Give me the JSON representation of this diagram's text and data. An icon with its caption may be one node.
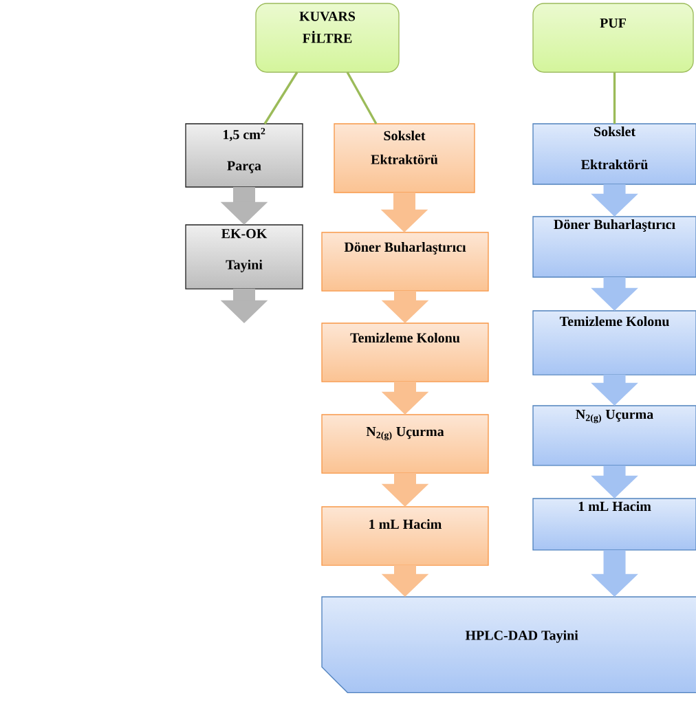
{
  "diagram": {
    "nodes": [
      {
        "text": [
          "KUVARS FİLTRE"
        ]
      },
      {
        "text": [
          "PUF"
        ]
      },
      {
        "text": [
          "1,5 cm$^{2}$ Parça"
        ]
      },
      {
        "text": [
          "EK-OK Tayini"
        ]
      },
      {
        "text": [
          "Sokslet Ektraktörü"
        ]
      },
      {
        "text": [
          "Döner Buharlaştırıcı"
        ]
      },
      {
        "text": [
          "Temizleme Kolonu"
        ]
      },
      {
        "text": [
          "N$_{2(g)}$ Uçurma"
        ]
      },
      {
        "text": [
          "1 mL Hacim"
        ]
      },
      {
        "text": [
          "Sokslet Ektraktörü"
        ]
      },
      {
        "text": [
          "Döner Buharlaştırıcı"
        ]
      },
      {
        "text": [
          "Temizleme Kolonu"
        ]
      },
      {
        "text": [
          "N$_{2(g)}$ Uçurma"
        ]
      },
      {
        "text": [
          "1 mL Hacim"
        ]
      },
      {
        "text": [
          "HPLC-DAD Tayini"
        ]
      }
    ],
    "edges": [
      {
        "from": 0,
        "to": 2,
        "arrow": "none",
        "color": "#9bbb59"
      },
      {
        "from": 0,
        "to": 4,
        "arrow": "none",
        "color": "#9bbb59"
      },
      {
        "from": 1,
        "to": 9,
        "arrow": "none",
        "color": "#9bbb59"
      },
      {
        "from": 2,
        "to": 3,
        "arrow": "to",
        "color": "#b5b5b5"
      },
      {
        "from": 3,
        "to": null,
        "arrow": "to",
        "color": "#b5b5b5"
      },
      {
        "from": 4,
        "to": 5,
        "arrow": "to",
        "color": "#fac090"
      },
      {
        "from": 5,
        "to": 6,
        "arrow": "to",
        "color": "#fac090"
      },
      {
        "from": 6,
        "to": 7,
        "arrow": "to",
        "color": "#fac090"
      },
      {
        "from": 7,
        "to": 8,
        "arrow": "to",
        "color": "#fac090"
      },
      {
        "from": 8,
        "to": 14,
        "arrow": "to",
        "color": "#fac090"
      },
      {
        "from": 9,
        "to": 10,
        "arrow": "to",
        "color": "#a3c2f2"
      },
      {
        "from": 10,
        "to": 11,
        "arrow": "to",
        "color": "#a3c2f2"
      },
      {
        "from": 11,
        "to": 12,
        "arrow": "to",
        "color": "#a3c2f2"
      },
      {
        "from": 12,
        "to": 13,
        "arrow": "to",
        "color": "#a3c2f2"
      },
      {
        "from": 13,
        "to": 14,
        "arrow": "to",
        "color": "#a3c2f2"
      }
    ]
  }
}
